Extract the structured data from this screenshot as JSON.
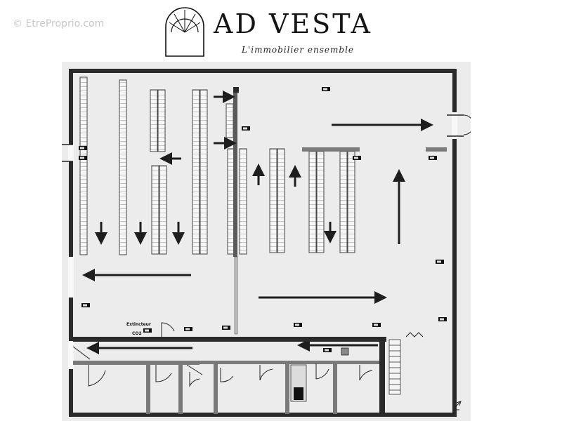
{
  "watermark": {
    "text": "© EtreProprio.com"
  },
  "brand": {
    "name": "AD VESTA",
    "tagline": "L'immobilier ensemble"
  },
  "plan": {
    "labels": {
      "extinguisher": "Extincteur",
      "co2": "CO2"
    }
  },
  "colors": {
    "wall": "#2a2a2a",
    "partition": "#7a7a7a",
    "rack_fill": "#f6f6f6",
    "rack_stroke": "#444444",
    "floor": "#ececec",
    "arrow": "#1e1e1e"
  }
}
